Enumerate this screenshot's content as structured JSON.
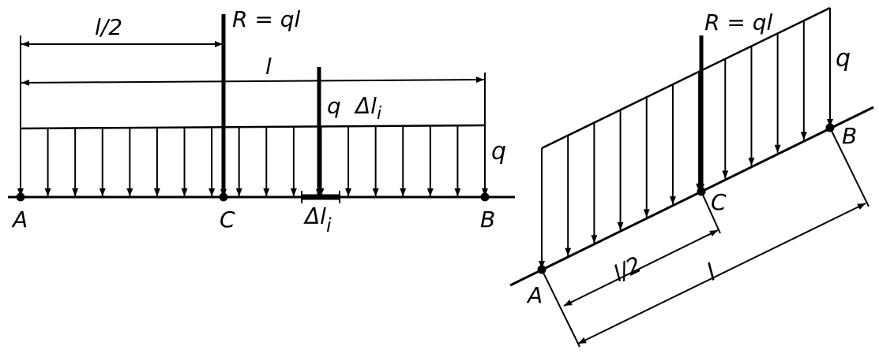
{
  "left": {
    "label_half": "l/2",
    "label_resultant": "R = ql",
    "label_length": "l",
    "label_q_top": "q",
    "label_delta_top": "Δl",
    "label_delta_top_sub": "i",
    "label_q_right": "q",
    "label_A": "A",
    "label_C": "C",
    "label_delta_bottom": "Δl",
    "label_delta_bottom_sub": "i",
    "label_B": "B"
  },
  "right": {
    "label_resultant": "R = ql",
    "label_q": "q",
    "label_B": "B",
    "label_C": "C",
    "label_half": "l/2",
    "label_length": "l",
    "label_A": "A"
  }
}
